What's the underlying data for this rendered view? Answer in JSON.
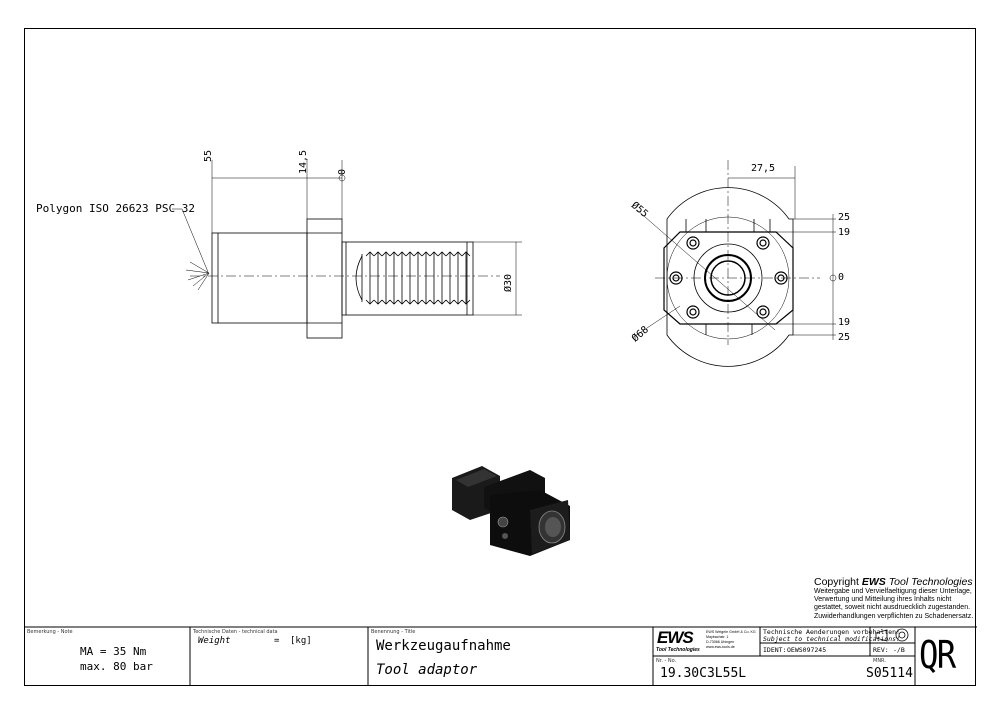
{
  "side_view": {
    "label_polygon": "Polygon ISO 26623 PSC 32",
    "dim_55": "55",
    "dim_14_5": "14,5",
    "dim_0": "0",
    "dim_d30": "Ø30"
  },
  "front_view": {
    "dim_27_5": "27,5",
    "dim_d55": "Ø55",
    "dim_d68": "Ø68",
    "dim_right": [
      "25",
      "19",
      "0",
      "19",
      "25"
    ]
  },
  "copyright": {
    "heading_prefix": "Copyright ",
    "heading_brand": "EWS",
    "heading_suffix": " Tool Technologies",
    "lines": [
      "Weitergabe und Vervielfaeltigung dieser Unterlage,",
      "Verwertung und Mitteilung ihres Inhalts nicht",
      "gestattet, soweit nicht ausdruecklich zugestanden.",
      "Zuwiderhandlungen verpflichten zu Schadenersatz."
    ]
  },
  "title_block": {
    "note_caption": "Bemerkung - Note",
    "note_lines": [
      "MA = 35 Nm",
      "max. 80 bar"
    ],
    "tech_caption": "Technische Daten - technical data",
    "weight_label": "Weight",
    "weight_eq": "=",
    "weight_unit": "[kg]",
    "title_caption": "Benennung - Title",
    "title_de": "Werkzeugaufnahme",
    "title_en": "Tool adaptor",
    "logo_text": "EWS",
    "logo_sub": "Tool Technologies",
    "company_lines": [
      "EWS Weigele GmbH & Co. KG",
      "Maybachstr. 1",
      "D-73066 Uhingen",
      "www.ews-tools.de"
    ],
    "notice_de": "Technische Aenderungen vorbehalten!",
    "notice_en": "Subject to technical modifications!",
    "ident_label": "IDENT:",
    "ident_value": "OEWS097245",
    "rev_label": "REV:",
    "rev_value": "-/B",
    "nr_caption": "Nr. - No.",
    "part_number": "19.30C3L55L",
    "mnr_caption": "MNR.",
    "mnr_value": "S05114",
    "qr_label": "QR"
  }
}
